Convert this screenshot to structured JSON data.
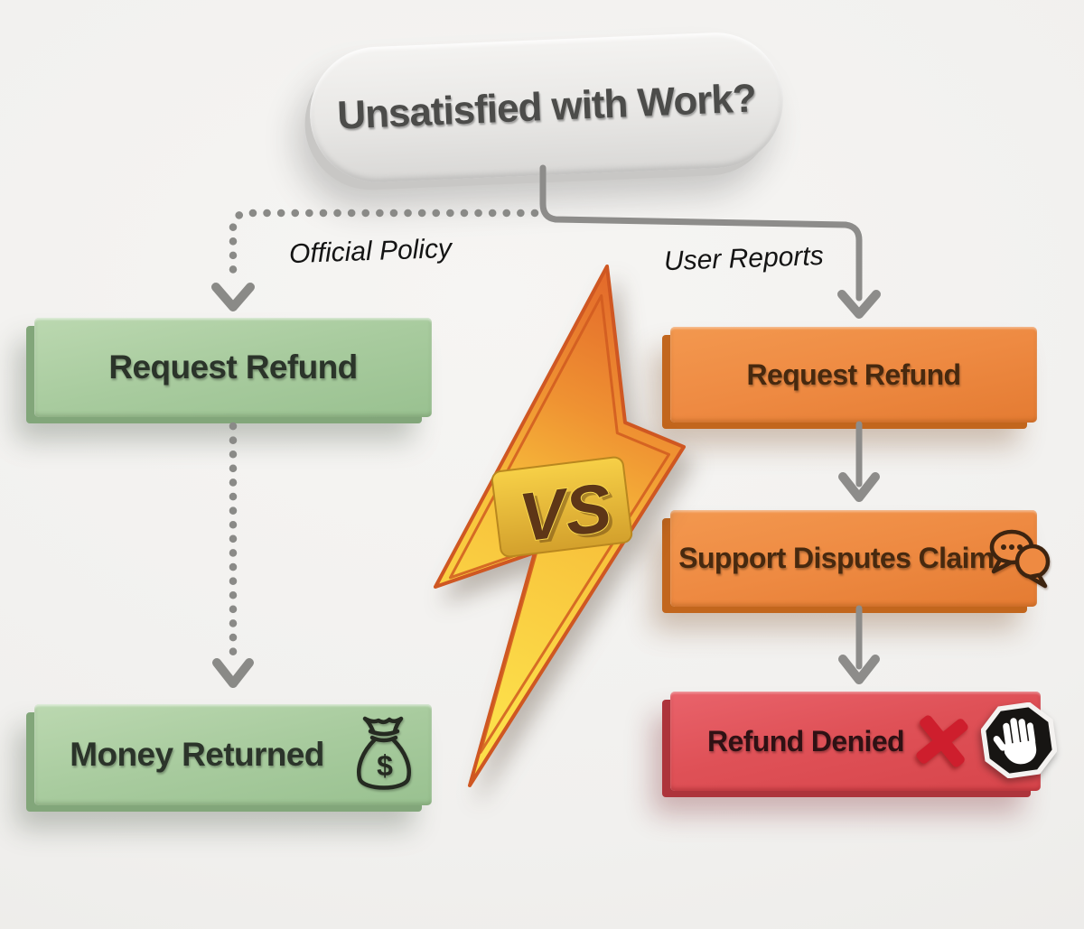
{
  "diagram": {
    "title": "Unsatisfied with Work?",
    "left_branch_label": "Official Policy",
    "right_branch_label": "User Reports",
    "vs_label": "VS",
    "left_path": {
      "theme": "green",
      "steps": [
        {
          "label": "Request Refund",
          "icon": null
        },
        {
          "label": "Money Returned",
          "icon": "money-bag-icon"
        }
      ]
    },
    "right_path": {
      "theme": "orange",
      "steps": [
        {
          "label": "Request Refund",
          "icon": null
        },
        {
          "label": "Support Disputes Claim",
          "icon": "chat-bubbles-icon"
        },
        {
          "label": "Refund Denied",
          "icons": [
            "x-mark-icon",
            "stop-hand-icon"
          ],
          "theme": "red"
        }
      ]
    },
    "connectors": {
      "left_style": "dotted",
      "right_style": "solid",
      "color": "#8d8c8a"
    },
    "colors": {
      "background": "#f1f0ee",
      "pill": "#e8e7e5",
      "pill_text": "#4c4c4a",
      "green_box": "#a8cb9e",
      "orange_box": "#ee8a42",
      "red_box": "#df5157",
      "x_mark_red": "#ce1e2d",
      "stop_sign_black": "#171513",
      "bolt_orange": "#e2662a",
      "bolt_yellow": "#fcdf4a",
      "vs_text": "#5e3617"
    }
  }
}
